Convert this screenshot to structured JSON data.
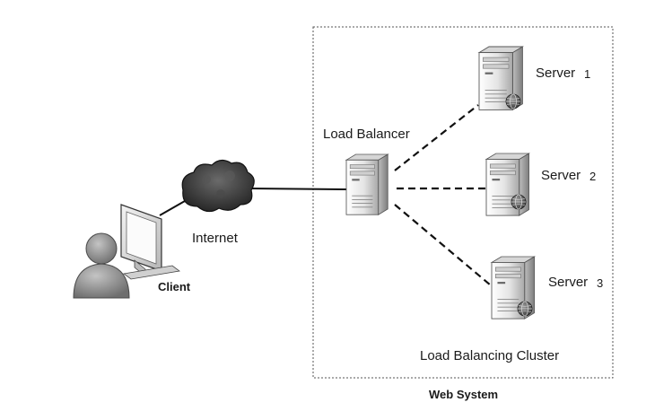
{
  "labels": {
    "load_balancer": "Load Balancer",
    "server_1": "Server",
    "server_1_num": "1",
    "server_2": "Server",
    "server_2_num": "2",
    "server_3": "Server",
    "server_3_num": "3",
    "internet": "Internet",
    "client": "Client",
    "cluster": "Load Balancing Cluster",
    "web_system": "Web System"
  },
  "icons": {
    "client": "person-icon",
    "monitor": "monitor-icon",
    "cloud": "cloud-icon",
    "load_balancer": "server-tower-icon",
    "servers": "server-tower-icon",
    "globe_badge": "globe-icon"
  },
  "colors": {
    "line": "#111111",
    "boundary": "#555555",
    "device_light": "#f2f2f2",
    "device_shade": "#9a9a9a",
    "person": "#8c8c8c",
    "cloud": "#3a3a3a"
  }
}
